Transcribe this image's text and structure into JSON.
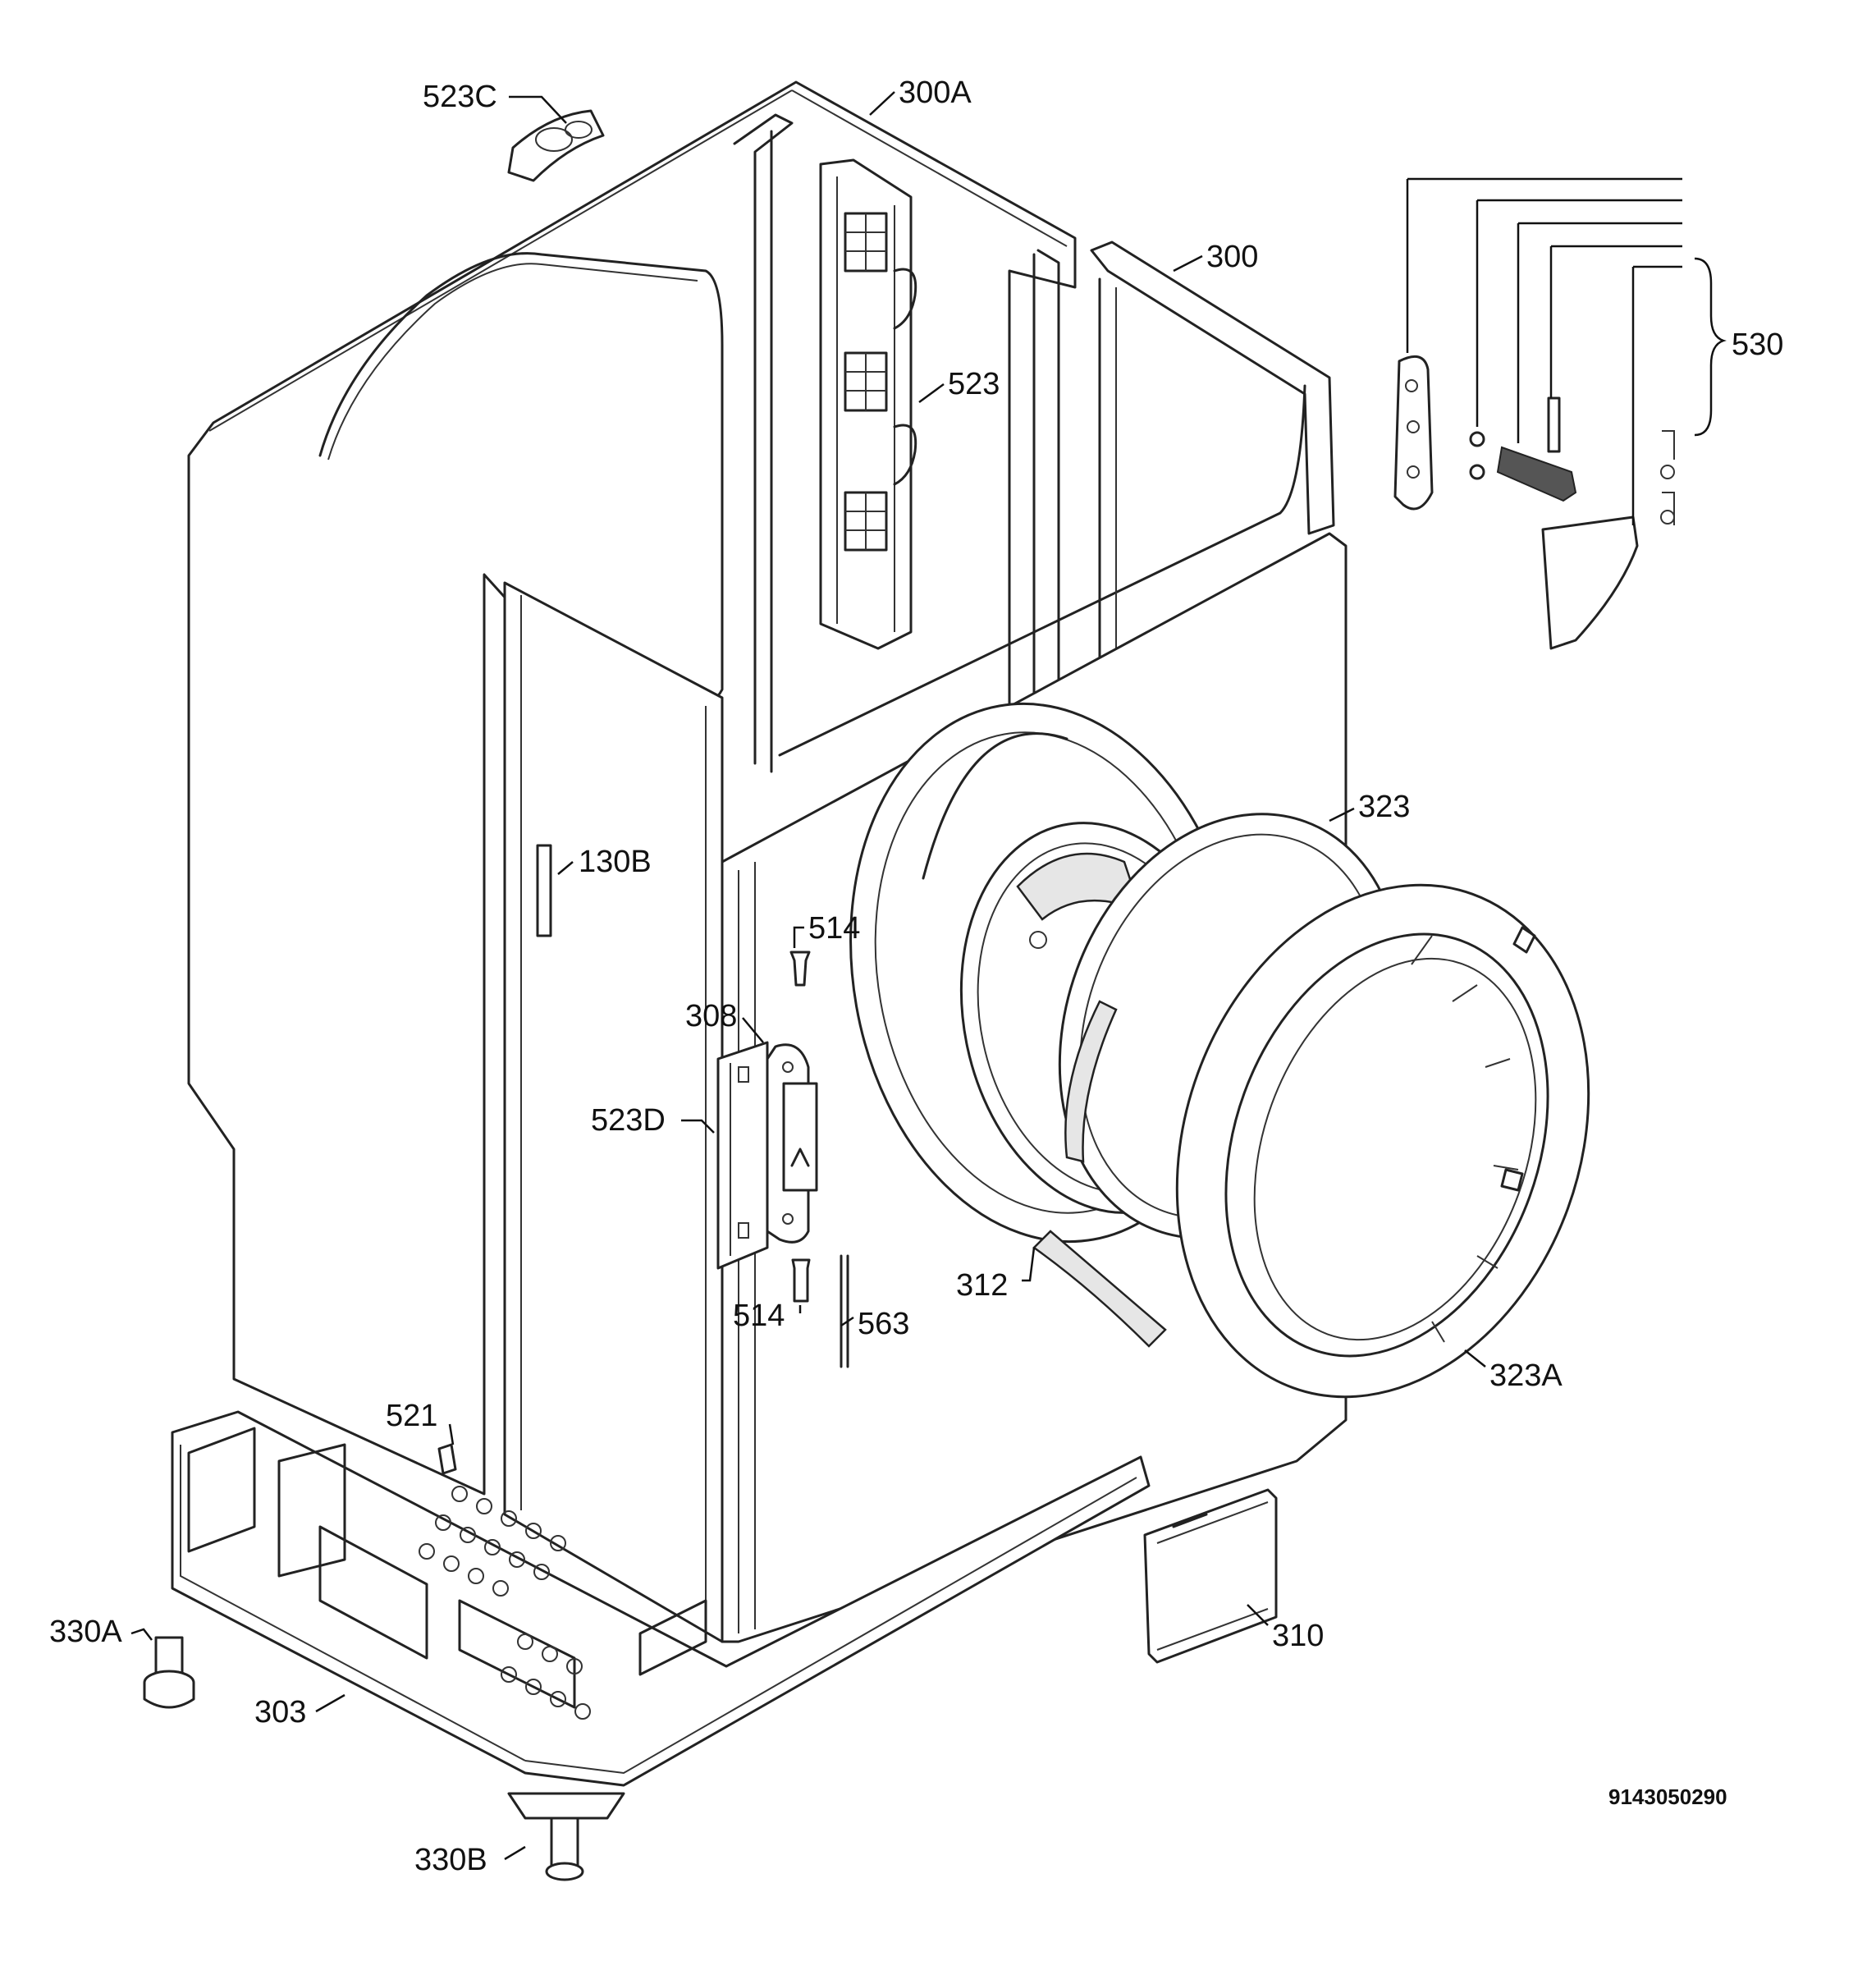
{
  "diagram": {
    "part_labels": {
      "p523C": "523C",
      "p300A": "300A",
      "p300": "300",
      "p523": "523",
      "p530": "530",
      "p323": "323",
      "p130B": "130B",
      "p514_top": "514",
      "p308": "308",
      "p523D": "523D",
      "p514_bottom": "514",
      "p312": "312",
      "p563": "563",
      "p323A": "323A",
      "p521": "521",
      "p310": "310",
      "p330A": "330A",
      "p303": "303",
      "p330B": "330B"
    },
    "drawing_code": "9143050290"
  }
}
